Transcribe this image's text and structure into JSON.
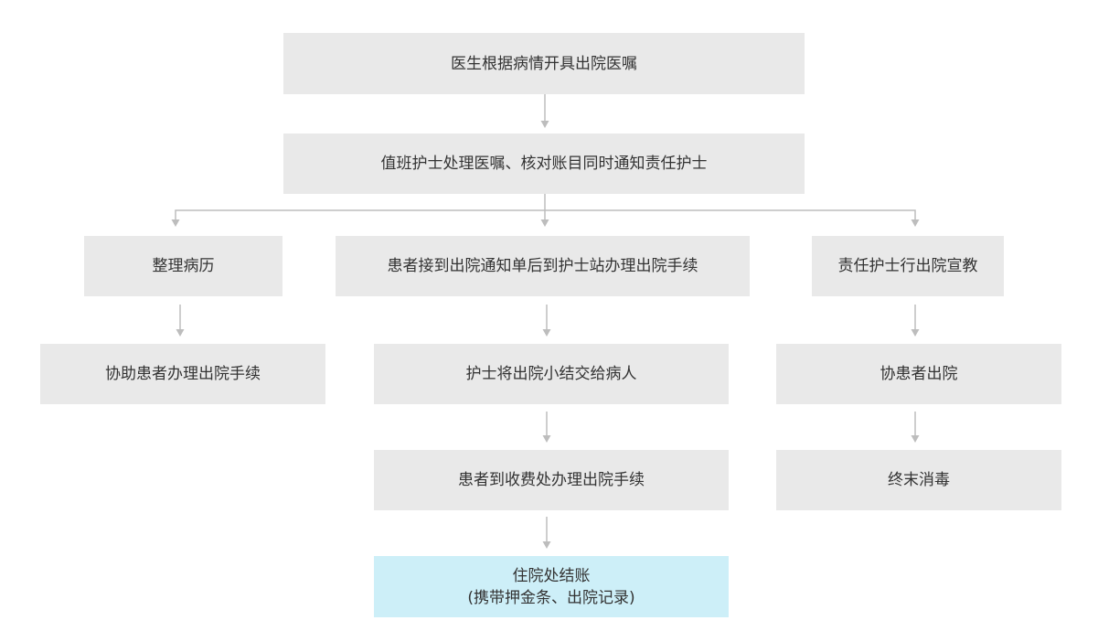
{
  "flow": {
    "step_doctor_order": "医生根据病情开具出院医嘱",
    "step_nurse_on_duty": "值班护士处理医嘱、核对账目同时通知责任护士",
    "branch_left": {
      "step_1": "整理病历",
      "step_2": "协助患者办理出院手续"
    },
    "branch_middle": {
      "step_1": "患者接到出院通知单后到护士站办理出院手续",
      "step_2": "护士将出院小结交给病人",
      "step_3": "患者到收费处办理出院手续",
      "step_4_line1": "住院处结账",
      "step_4_line2": "(携带押金条、出院记录)"
    },
    "branch_right": {
      "step_1": "责任护士行出院宣教",
      "step_2": "协患者出院",
      "step_3": "终末消毒"
    }
  },
  "colors": {
    "box_fill": "#e9e9e9",
    "final_box_fill": "#cdeff8",
    "connector": "#bdbdbd",
    "text": "#333333"
  }
}
